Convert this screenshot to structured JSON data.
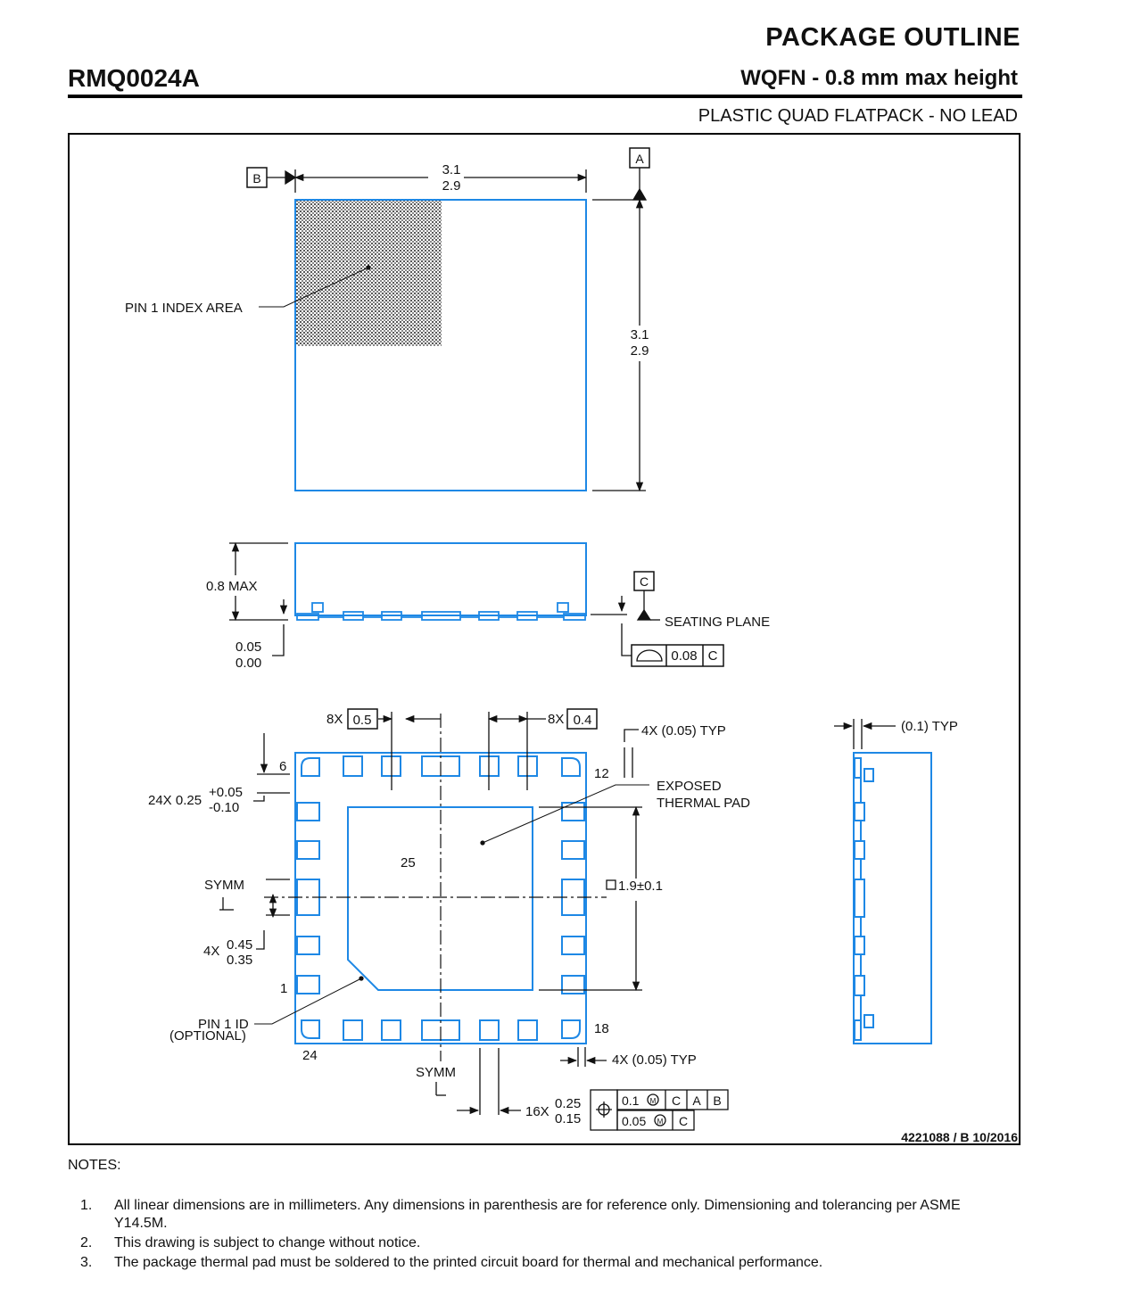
{
  "header": {
    "title": "PACKAGE OUTLINE",
    "part_number": "RMQ0024A",
    "package": "WQFN - 0.8 mm max height",
    "description": "PLASTIC QUAD FLATPACK - NO LEAD"
  },
  "top_view": {
    "datum_b": "B",
    "datum_a": "A",
    "width_max": "3.1",
    "width_min": "2.9",
    "height_max": "3.1",
    "height_min": "2.9",
    "pin1_label": "PIN 1 INDEX AREA"
  },
  "side_view": {
    "height_label": "0.8 MAX",
    "standoff_max": "0.05",
    "standoff_min": "0.00",
    "datum_c": "C",
    "seating_plane": "SEATING PLANE",
    "flatness_value": "0.08",
    "flatness_datum": "C"
  },
  "bottom_view": {
    "pitch_count_left": "8X",
    "pitch_left": "0.5",
    "pitch_count_right": "8X",
    "pitch_right": "0.4",
    "corner_typ_top": "4X (0.05) TYP",
    "corner_typ_bottom": "4X (0.05) TYP",
    "pin_6": "6",
    "pin_12": "12",
    "pin_1": "1",
    "pin_18": "18",
    "pin_24": "24",
    "pad_25": "25",
    "lead_width_count": "24X 0.25",
    "lead_width_plus": "+0.05",
    "lead_width_minus": "-0.10",
    "exposed_pad_line1": "EXPOSED",
    "exposed_pad_line2": "THERMAL PAD",
    "symm": "SYMM",
    "cl": "℄",
    "pad_size": "1.9±0.1",
    "len_count": "4X",
    "len_max": "0.45",
    "len_min": "0.35",
    "pin1_id_line1": "PIN 1 ID",
    "pin1_id_line2": "(OPTIONAL)",
    "width_count": "16X",
    "width_max": "0.25",
    "width_min": "0.15",
    "tol1": "0.1",
    "tol2": "0.05",
    "datum_c": "C",
    "datum_a": "A",
    "datum_b": "B"
  },
  "end_view": {
    "typ": "(0.1) TYP"
  },
  "doc_ref": "4221088 / B  10/2016",
  "notes": {
    "heading": "NOTES:",
    "items": [
      {
        "num": "1.",
        "text": "All linear dimensions are in millimeters. Any dimensions in parenthesis are for reference only. Dimensioning and tolerancing per ASME Y14.5M."
      },
      {
        "num": "2.",
        "text": "This drawing is subject to change without notice."
      },
      {
        "num": "3.",
        "text": "The package thermal pad must be soldered to the printed circuit board for thermal and mechanical performance."
      }
    ]
  },
  "colors": {
    "outline": "#1e88e5",
    "ink": "#111111"
  }
}
